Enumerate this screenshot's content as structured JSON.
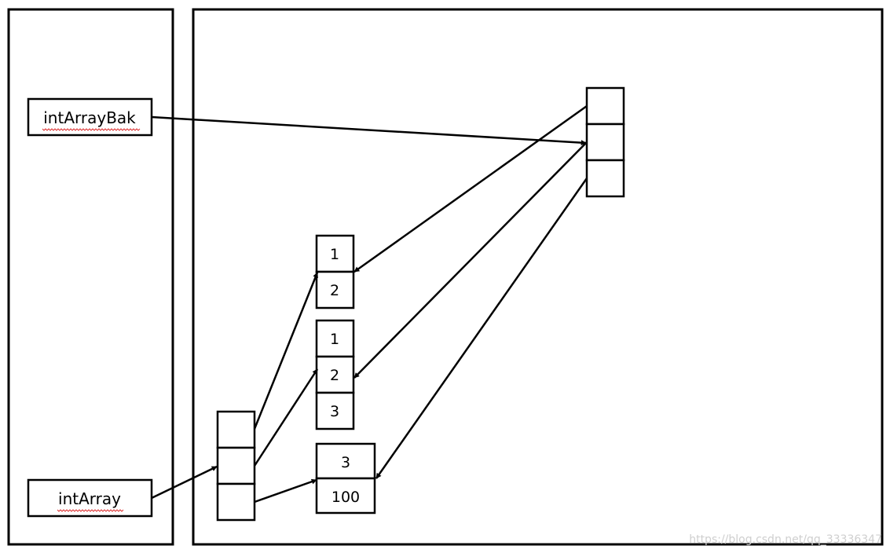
{
  "variables": {
    "int_array_bak": "intArrayBak",
    "int_array": "intArray"
  },
  "arrays": {
    "a1": [
      "1",
      "2"
    ],
    "a2": [
      "1",
      "2",
      "3"
    ],
    "a3": [
      "3",
      "100"
    ]
  },
  "watermark": "https://blog.csdn.net/qq_33336347"
}
